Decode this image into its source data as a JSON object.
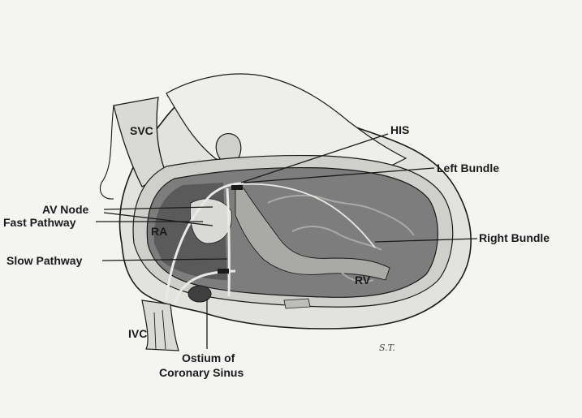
{
  "labels": {
    "svc": "SVC",
    "his": "HIS",
    "left_bundle": "Left Bundle",
    "av_node": "AV Node",
    "fast_pathway": "Fast Pathway",
    "ra": "RA",
    "right_bundle": "Right Bundle",
    "slow_pathway": "Slow Pathway",
    "rv": "RV",
    "ivc": "IVC",
    "ostium_line1": "Ostium of",
    "ostium_line2": "Coronary Sinus",
    "signature": "S.T."
  },
  "colors": {
    "ink": "#1a1a1a",
    "paper": "#f4f4f2",
    "wall": "#e2e2df",
    "wall_shade": "#cfcfcb",
    "cavity": "#7d7d7d",
    "cavity_dark": "#5a5a5a",
    "cavity_light": "#a9a9a6",
    "tissue_light": "#d9d9d6"
  }
}
